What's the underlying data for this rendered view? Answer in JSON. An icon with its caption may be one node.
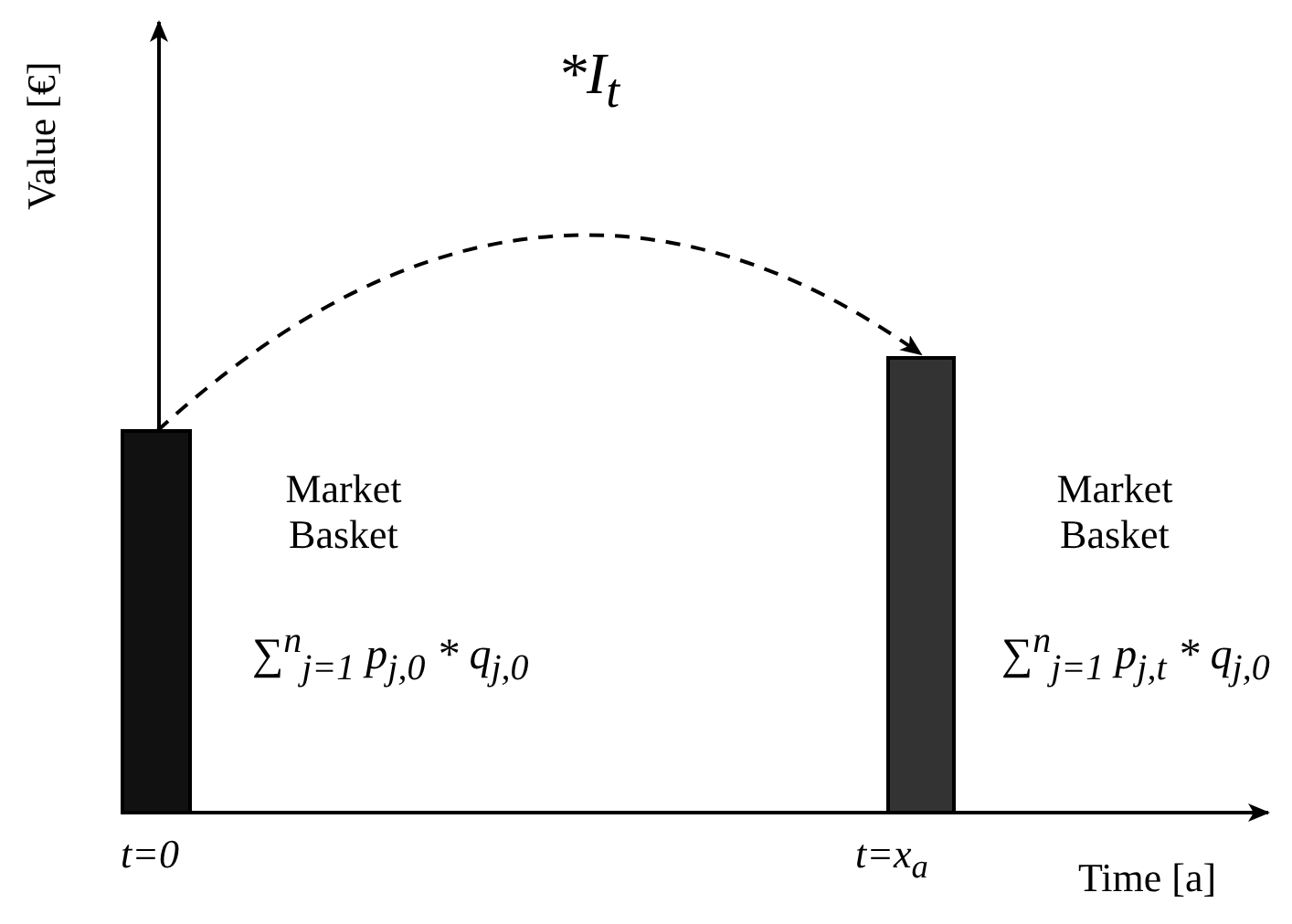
{
  "diagram": {
    "nodes": [
      {
        "text": [],
        "shape": "bar"
      },
      {
        "text": [],
        "shape": "bar"
      }
    ],
    "edges": [
      {
        "from": 0,
        "to": 1,
        "arrow": "to",
        "style": "dashed",
        "label": "*I$_{t}$"
      }
    ],
    "labels": [
      "Value [€]",
      "Market Basket",
      "∑$^{n}$$_{j=1}$ p$_{j,0}$ * q$_{j,0}$",
      "t=0",
      "Market Basket",
      "∑$^{n}$$_{j=1}$ p$_{j,t}$ * q$_{j,0}$",
      "t=x$_{a}$",
      "Time [a]"
    ]
  }
}
